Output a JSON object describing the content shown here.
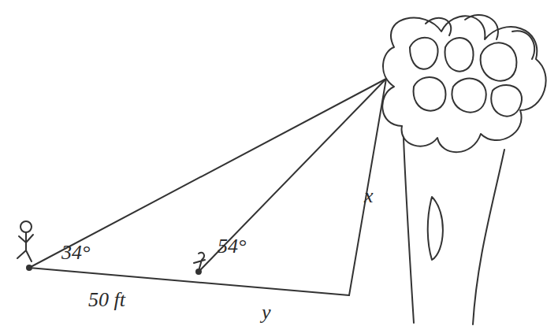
{
  "diagram": {
    "labels": [
      "34°",
      "54°",
      "50 ft",
      "y",
      "x"
    ]
  }
}
